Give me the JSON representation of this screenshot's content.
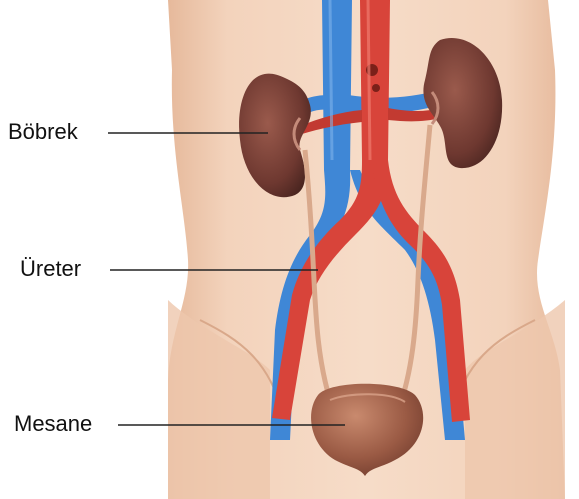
{
  "labels": {
    "kidney": "Böbrek",
    "ureter": "Üreter",
    "bladder": "Mesane"
  },
  "colors": {
    "skin": "#f3d4bd",
    "skin_shade": "#e4b89c",
    "kidney": "#7a4036",
    "artery": "#d8443a",
    "vein": "#3f87d6",
    "ureter": "#d9a98c",
    "bladder": "#9c5a45",
    "leader_line": "#222222"
  }
}
